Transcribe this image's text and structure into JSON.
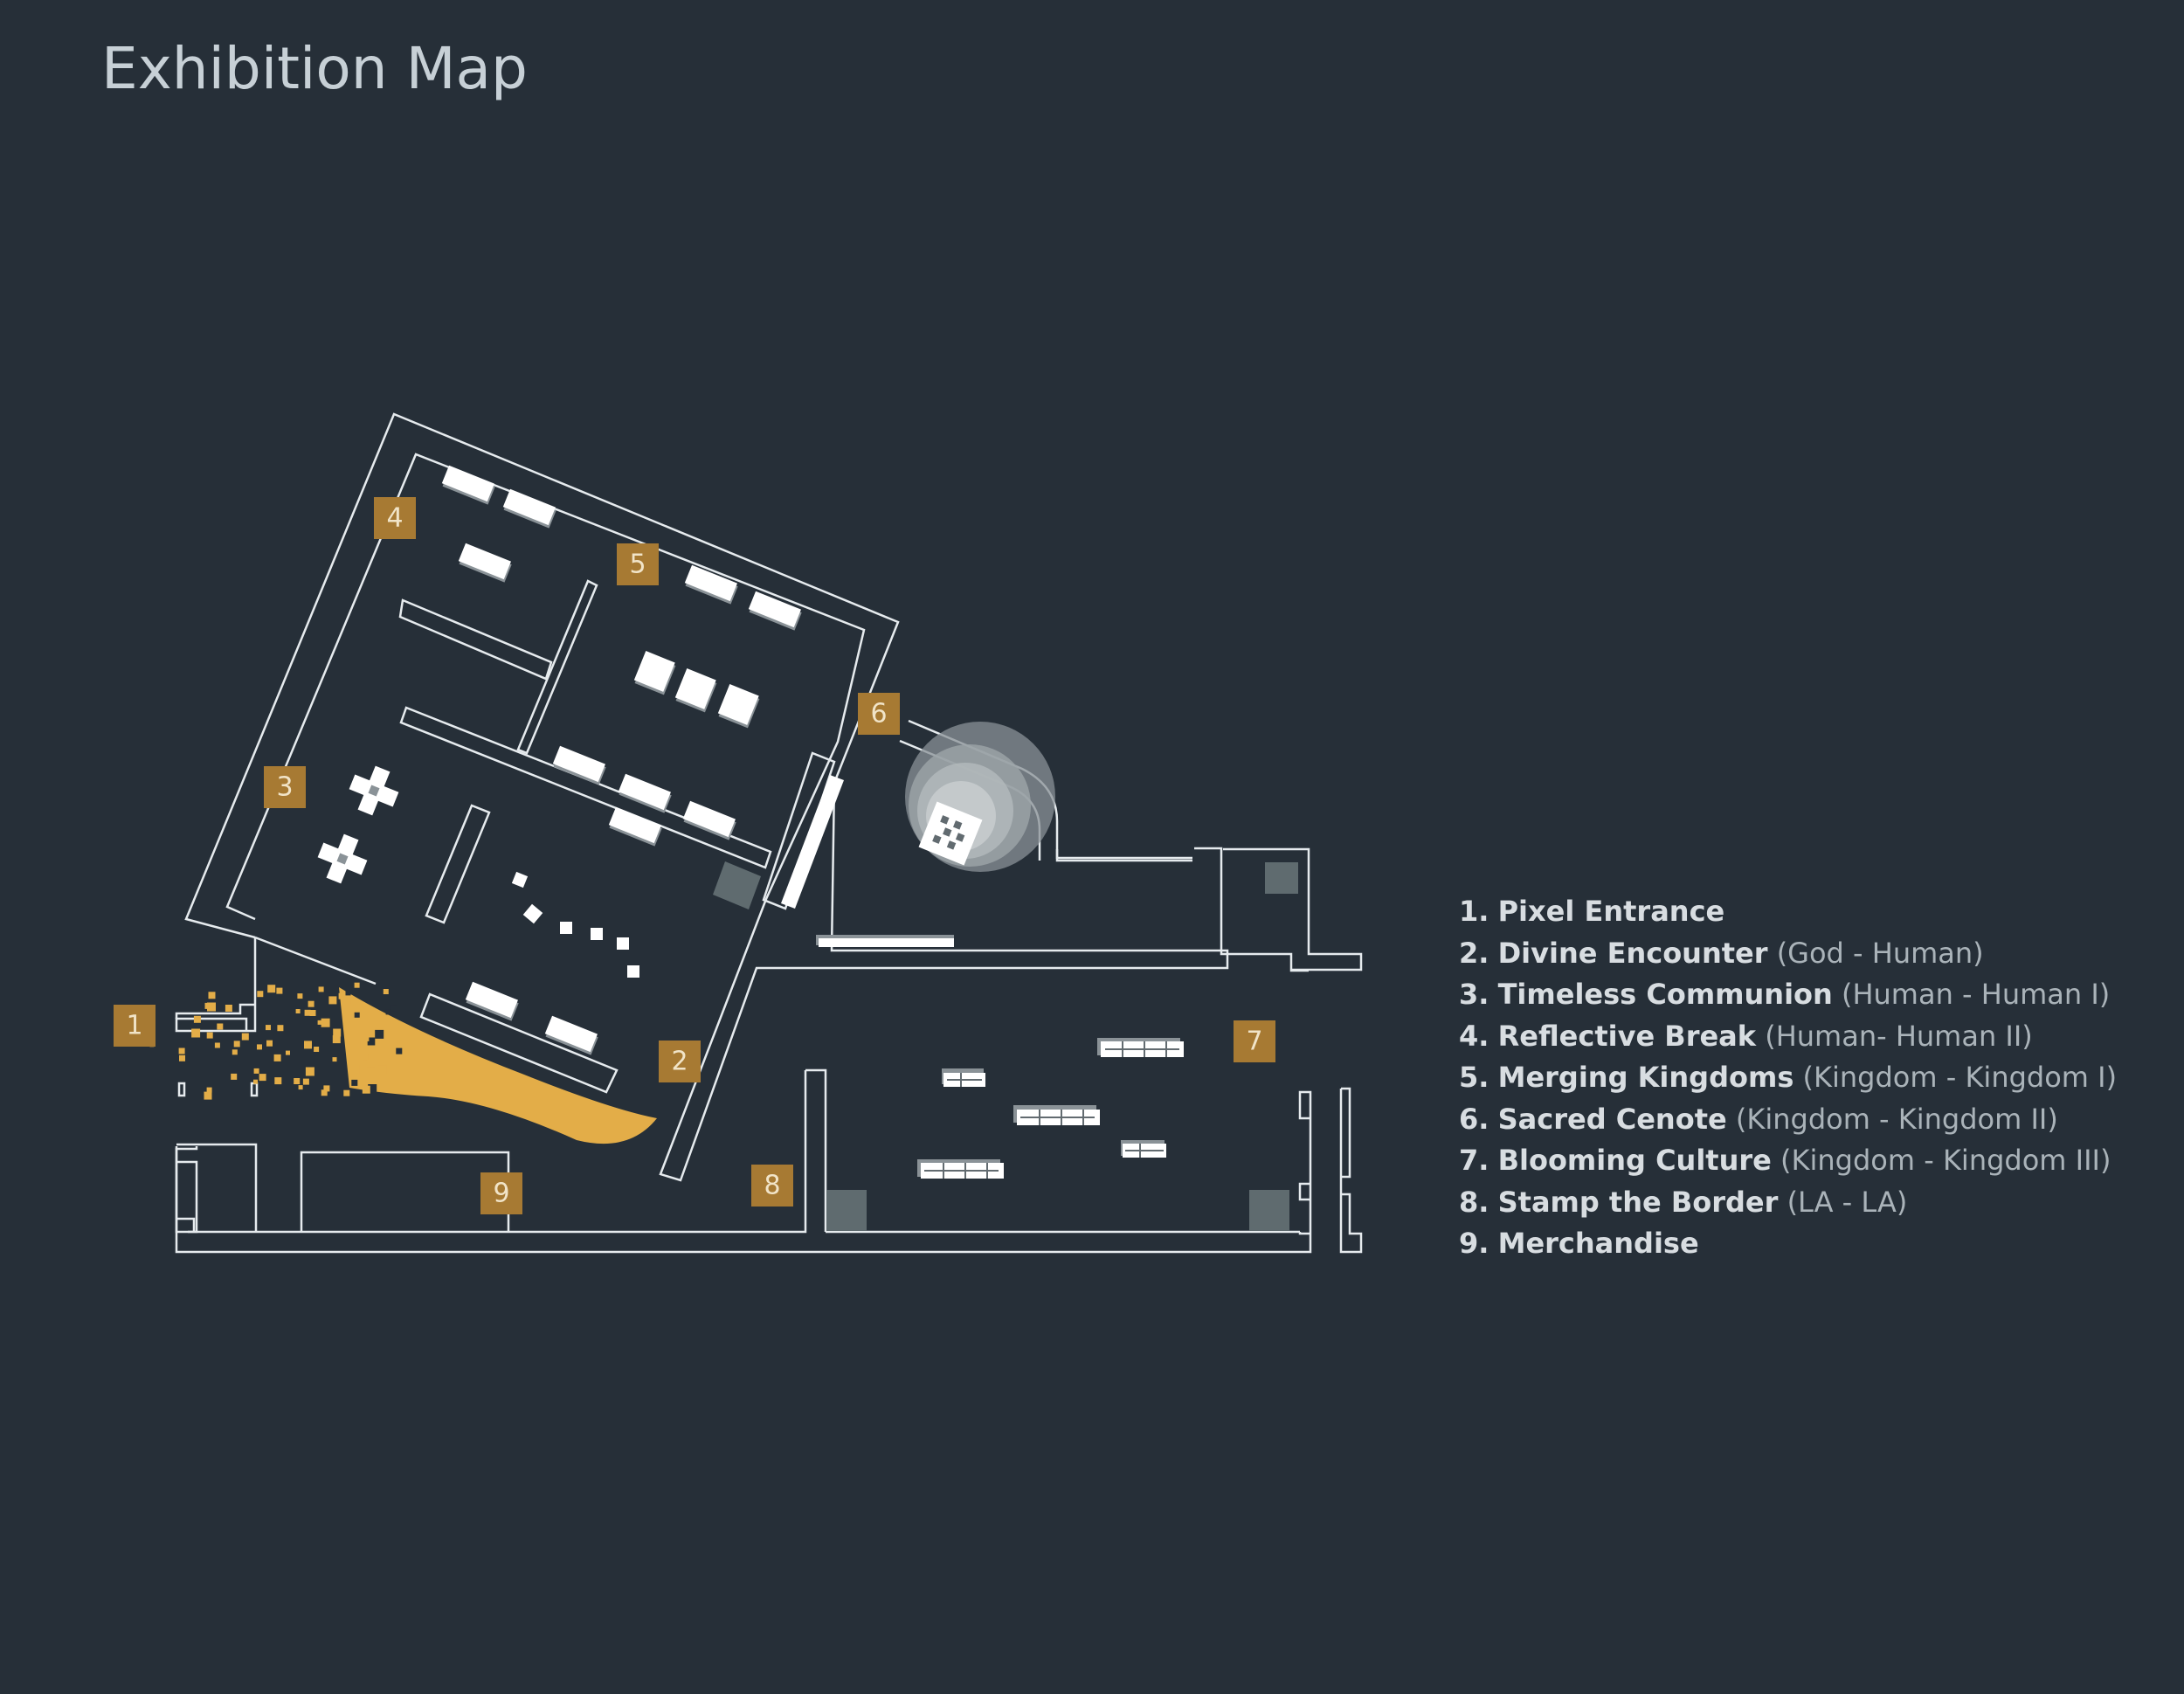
{
  "title": "Exhibition Map",
  "colors": {
    "background": "#262f38",
    "walls": "#e6ebee",
    "marker": "#a77a33",
    "accent": "#e3ad48",
    "feature": "#5f6b6f"
  },
  "markers": [
    {
      "id": "1",
      "label": "1"
    },
    {
      "id": "2",
      "label": "2"
    },
    {
      "id": "3",
      "label": "3"
    },
    {
      "id": "4",
      "label": "4"
    },
    {
      "id": "5",
      "label": "5"
    },
    {
      "id": "6",
      "label": "6"
    },
    {
      "id": "7",
      "label": "7"
    },
    {
      "id": "8",
      "label": "8"
    },
    {
      "id": "9",
      "label": "9"
    }
  ],
  "legend": [
    {
      "num": "1.",
      "name": "Pixel Entrance",
      "sub": ""
    },
    {
      "num": "2.",
      "name": "Divine Encounter",
      "sub": "(God - Human)"
    },
    {
      "num": "3.",
      "name": "Timeless Communion",
      "sub": "(Human - Human I)"
    },
    {
      "num": "4.",
      "name": "Reflective Break",
      "sub": "(Human- Human II)"
    },
    {
      "num": "5.",
      "name": "Merging Kingdoms",
      "sub": "(Kingdom - Kingdom I)"
    },
    {
      "num": "6.",
      "name": "Sacred Cenote",
      "sub": "(Kingdom - Kingdom II)"
    },
    {
      "num": "7.",
      "name": "Blooming Culture",
      "sub": "(Kingdom - Kingdom III)"
    },
    {
      "num": "8.",
      "name": "Stamp the Border",
      "sub": "(LA - LA)"
    },
    {
      "num": "9.",
      "name": "Merchandise",
      "sub": ""
    }
  ]
}
